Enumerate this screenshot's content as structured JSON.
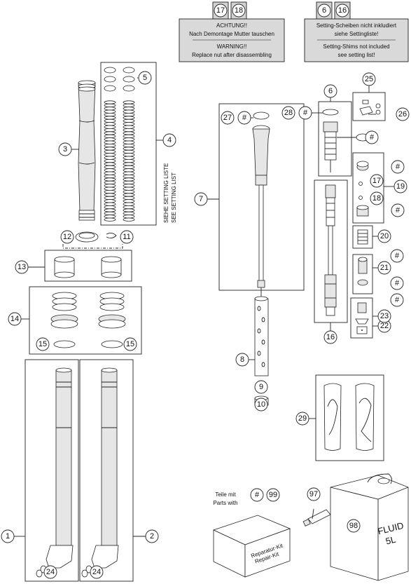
{
  "notice_left": {
    "badges": [
      "17",
      "18"
    ],
    "line1": "ACHTUNG!!",
    "line2": "Nach Demontage Mutter tauschen",
    "line3": "WARNING!!",
    "line4": "Replace nut after disassembling"
  },
  "notice_right": {
    "badges": [
      "6",
      "16"
    ],
    "line1": "Setting-Scheiben nicht inkludiert",
    "line2": "siehe Settingliste!",
    "line3": "Setting-Shims not included",
    "line4": "see setting list!"
  },
  "setting_list_label": {
    "line1": "SIEHE SETTING LISTE",
    "line2": "SEE SETTING LIST"
  },
  "parts_with": {
    "line1": "Teile mit",
    "line2": "Parts with",
    "hash": "#",
    "number": "99"
  },
  "repair_kit": {
    "line1": "Reparatur-Kit",
    "line2": "Repair-Kit"
  },
  "fluid_can": {
    "line1": "FLUID",
    "line2": "5L"
  },
  "callouts": {
    "c1": "1",
    "c2": "2",
    "c3": "3",
    "c4": "4",
    "c5": "5",
    "c6": "6",
    "c7": "7",
    "c8": "8",
    "c9": "9",
    "c10": "10",
    "c11": "11",
    "c12": "12",
    "c13": "13",
    "c14": "14",
    "c15a": "15",
    "c15b": "15",
    "c16": "16",
    "c17": "17",
    "c18": "18",
    "c19": "19",
    "c20": "20",
    "c21": "21",
    "c22": "22",
    "c23": "23",
    "c24a": "24",
    "c24b": "24",
    "c25": "25",
    "c26": "26",
    "c27": "27",
    "c28": "28",
    "c29": "29",
    "c97": "97",
    "c98": "98",
    "h27": "#",
    "h28": "#",
    "h6": "#",
    "h17": "#",
    "h18": "#",
    "h21a": "#",
    "h21b": "#",
    "h23": "#"
  }
}
